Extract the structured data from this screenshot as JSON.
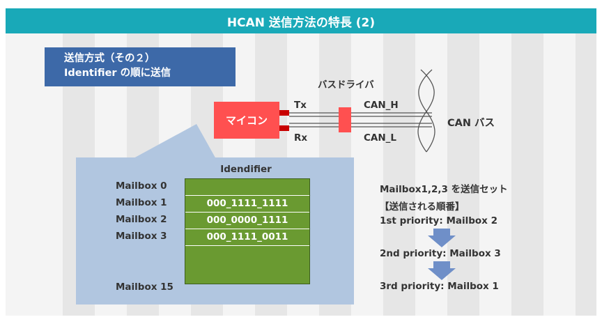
{
  "title": "HCAN 送信方法の特長 (2)",
  "method": {
    "line1": "送信方式（その２）",
    "line2": "Identifier の順に送信"
  },
  "bus": {
    "driver_label": "バスドライバ",
    "mcu_label": "マイコン",
    "tx": "Tx",
    "rx": "Rx",
    "can_h": "CAN_H",
    "can_l": "CAN_L",
    "can_bus": "CAN バス"
  },
  "mailbox_table": {
    "header": "Idendifier",
    "rows": [
      {
        "label": "Mailbox 0",
        "value": ""
      },
      {
        "label": "Mailbox 1",
        "value": "000_1111_1111"
      },
      {
        "label": "Mailbox 2",
        "value": "000_0000_1111"
      },
      {
        "label": "Mailbox 3",
        "value": "000_1111_0011"
      }
    ],
    "last_label": "Mailbox 15"
  },
  "order": {
    "set_line": "Mailbox1,2,3 を送信セット",
    "heading": "【送信される順番】",
    "first": "1st priority: Mailbox 2",
    "second": "2nd priority: Mailbox 3",
    "third": "3rd priority: Mailbox 1"
  },
  "colors": {
    "title_bar": "#19a9b8",
    "method_box": "#3d69a8",
    "mcu": "#ff5050",
    "mailbox_grid": "#6a9a31",
    "panel": "#b1c6e0",
    "arrow": "#6f8fc8"
  }
}
